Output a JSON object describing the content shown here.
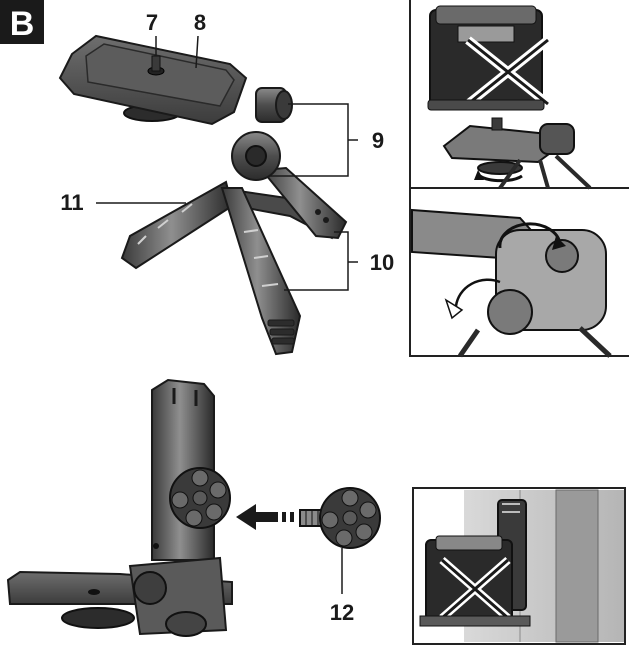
{
  "figure": {
    "section_label": "B",
    "callouts": {
      "c7": "7",
      "c8": "8",
      "c9": "9",
      "c10": "10",
      "c11": "11",
      "c12": "12"
    }
  },
  "colors": {
    "ink": "#1a1a1a",
    "dark_metal": "#3a3a3a",
    "mid_metal": "#6b6b6b",
    "light_metal": "#a9a9a9",
    "laser_green": "#2f2f2f",
    "wall_grey": "#c8c8c8",
    "panel_border": "#222222"
  }
}
